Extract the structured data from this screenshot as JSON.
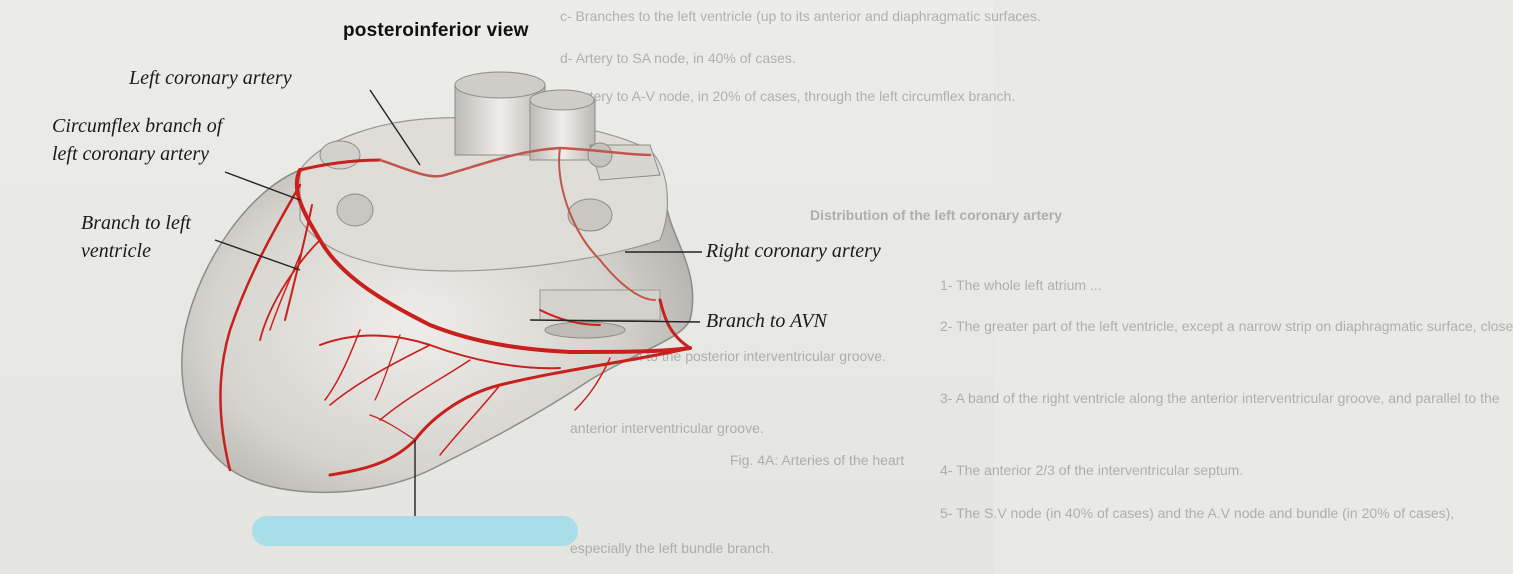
{
  "title": "posteroinferior view",
  "labels": {
    "left_coronary": "Left coronary artery",
    "circumflex_1": "Circumflex branch of",
    "circumflex_2": "left coronary artery",
    "branch_lv_1": "Branch to left",
    "branch_lv_2": "ventricle",
    "right_coronary": "Right coronary artery",
    "branch_avn": "Branch to AVN"
  },
  "background_text": {
    "line_c": "c- Branches to the left ventricle (up to its anterior and diaphragmatic surfaces.",
    "line_d": "d- Artery to SA node, in 40% of cases.",
    "line_e": "e- Artery to A-V node, in 20% of cases, through the left circumflex branch.",
    "heading": "Distribution of the left coronary artery",
    "line_1": "1- The whole left atrium ...",
    "line_2": "2- The greater part of the left ventricle, except a narrow strip on diaphragmatic surface, close",
    "line_2b": "and parallel to the posterior interventricular groove.",
    "line_3": "3- A band of the right ventricle along the anterior interventricular groove, and parallel to the",
    "line_3b": "anterior interventricular groove.",
    "line_4": "4- The anterior 2/3 of the interventricular septum.",
    "line_5": "5- The S.V node (in 40% of cases) and the A.V node and bundle (in 20% of cases),",
    "line_5b": "especially the left bundle branch.",
    "fig_ghost": "Fig. 4A: Arteries of the heart"
  },
  "colors": {
    "artery": "#c8201c",
    "heart_surface": "#d9d7d2",
    "caption_bar": "#a9dde8"
  }
}
